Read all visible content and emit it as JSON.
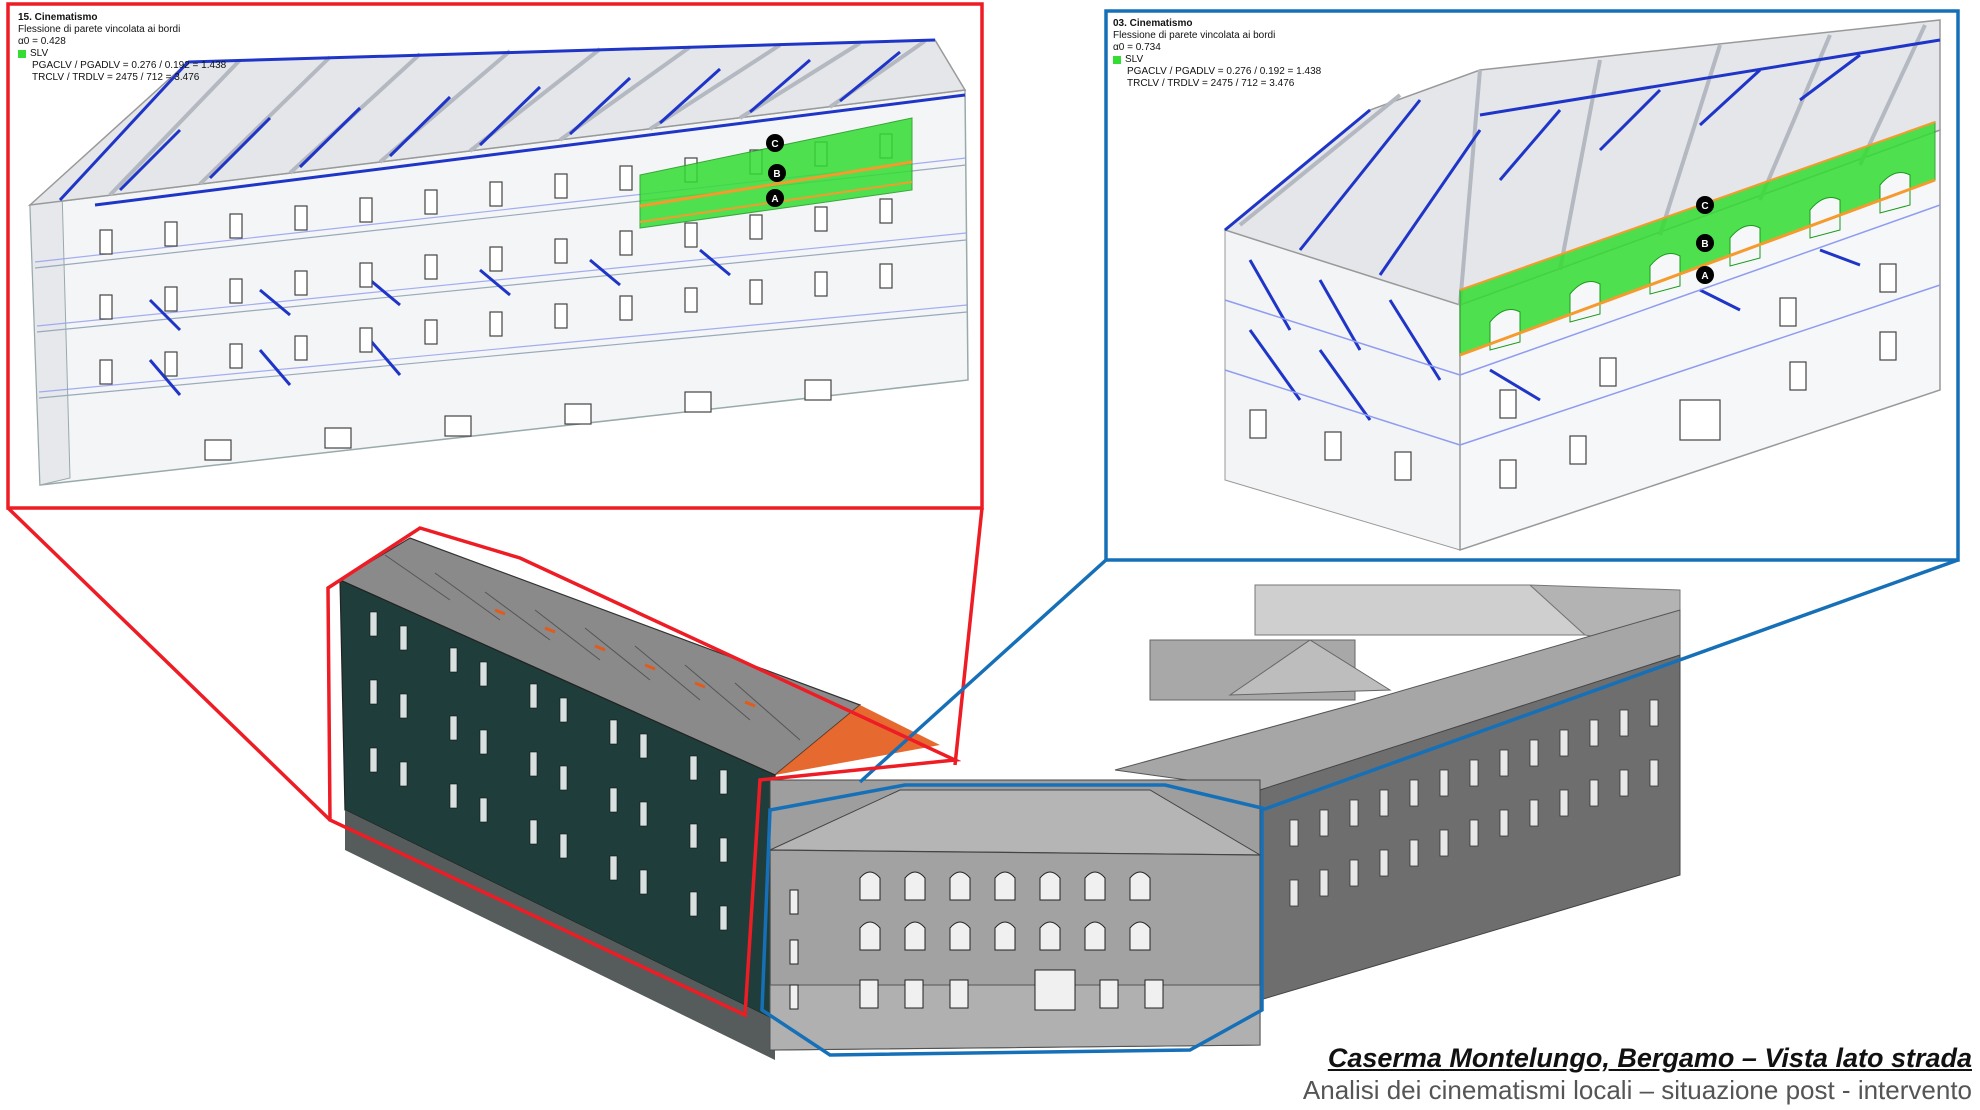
{
  "colors": {
    "red_frame": "#ee1c24",
    "blue_frame": "#1670b8",
    "highlight_green": "#33dd33",
    "member_blue": "#1f35c8",
    "tie_orange": "#f59a2c",
    "building_dark": "#1f3e3b",
    "building_grey": "#8e8e8e"
  },
  "panel_left": {
    "title": "15. Cinematismo",
    "description": "Flessione di parete vincolata ai bordi",
    "alpha": "α0 = 0.428",
    "limit_state": "SLV",
    "pga_ratio": "PGACLV / PGADLV = 0.276 / 0.192 = 1.438",
    "tr_ratio": "TRCLV / TRDLV = 2475 / 712 = 3.476",
    "markers": [
      "C",
      "B",
      "A"
    ]
  },
  "panel_right": {
    "title": "03. Cinematismo",
    "description": "Flessione di parete vincolata ai bordi",
    "alpha": "α0 = 0.734",
    "limit_state": "SLV",
    "pga_ratio": "PGACLV / PGADLV = 0.276 / 0.192 = 1.438",
    "tr_ratio": "TRCLV / TRDLV = 2475 / 712 = 3.476",
    "markers": [
      "C",
      "B",
      "A"
    ]
  },
  "caption": {
    "title": "Caserma Montelungo, Bergamo – Vista lato strada",
    "subtitle": "Analisi dei cinematismi locali – situazione post - intervento"
  }
}
